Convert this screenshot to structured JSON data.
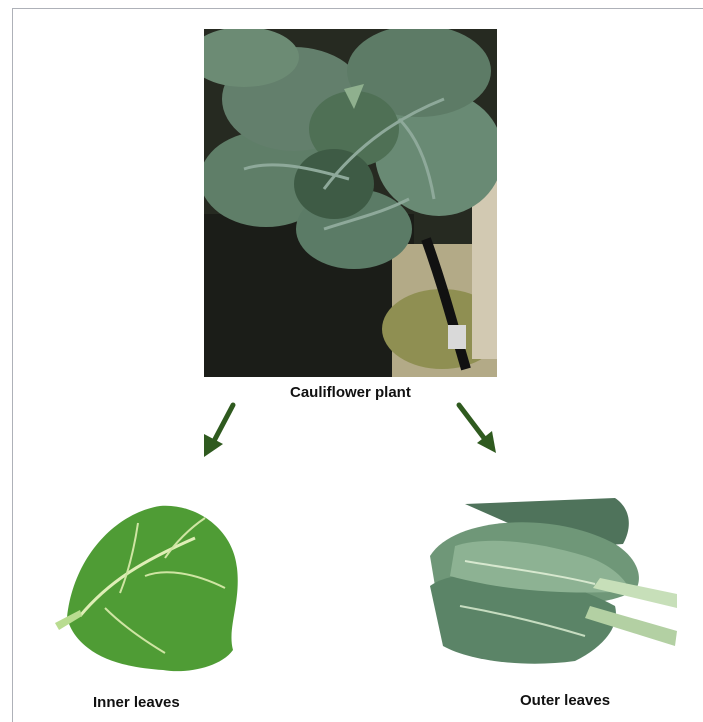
{
  "labels": {
    "plant": "Cauliflower plant",
    "inner": "Inner leaves",
    "outer": "Outer leaves"
  },
  "images": {
    "plant": "cauliflower-plant-photo",
    "inner": "inner-leaf-photo",
    "outer": "outer-leaves-photo"
  },
  "colors": {
    "arrow": "#2f5a1f",
    "plant_leaf": "#5f7e68",
    "plant_leaf_shadow": "#3a5444",
    "inner_leaf": "#4f9c35",
    "inner_vein": "#dfeeb6",
    "outer_leaf": "#6f9778",
    "outer_stem": "#c7dfb9",
    "frame": "#aeb1b8"
  }
}
